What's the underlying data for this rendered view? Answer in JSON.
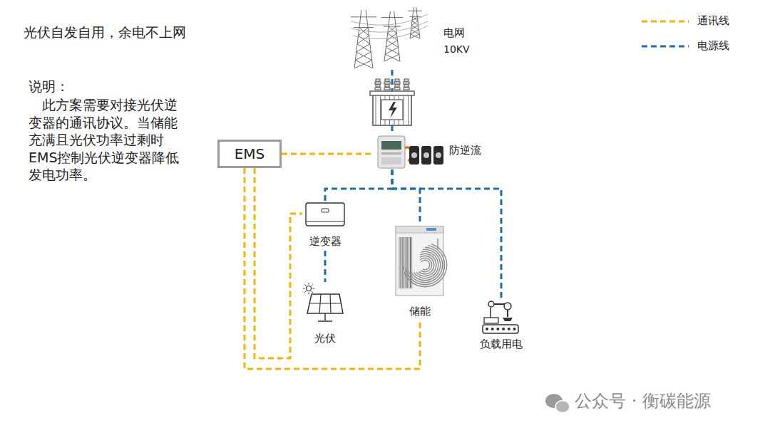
{
  "diagram": {
    "title": "光伏自发自用，余电不上网",
    "nodes": [
      {
        "text": [
          "电网",
          "10KV"
        ]
      },
      {
        "text": [
          "EMS"
        ]
      },
      {
        "text": [
          "防逆流"
        ]
      },
      {
        "text": [
          "逆变器"
        ]
      },
      {
        "text": [
          "储能"
        ]
      },
      {
        "text": [
          "光伏"
        ]
      },
      {
        "text": [
          "负载用电"
        ]
      }
    ],
    "edges": [
      {
        "from": 0,
        "to": 2,
        "arrow": "none"
      },
      {
        "from": 1,
        "to": 2,
        "arrow": "none"
      },
      {
        "from": 2,
        "to": 3,
        "arrow": "none"
      },
      {
        "from": 2,
        "to": 4,
        "arrow": "none"
      },
      {
        "from": 2,
        "to": 6,
        "arrow": "none"
      },
      {
        "from": 3,
        "to": 5,
        "arrow": "none"
      },
      {
        "from": 1,
        "to": 3,
        "arrow": "none"
      },
      {
        "from": 1,
        "to": 4,
        "arrow": "none"
      }
    ],
    "labels": [
      "说明：",
      "此方案需要对接光伏逆 变器的通讯协议。当储能 充满且光伏功率过剩时 EMS控制光伏逆变器降低 发电功率。",
      "公众号 · 衡碳能源"
    ],
    "legend": [
      {
        "text": "通讯线"
      },
      {
        "text": "电源线"
      }
    ]
  }
}
